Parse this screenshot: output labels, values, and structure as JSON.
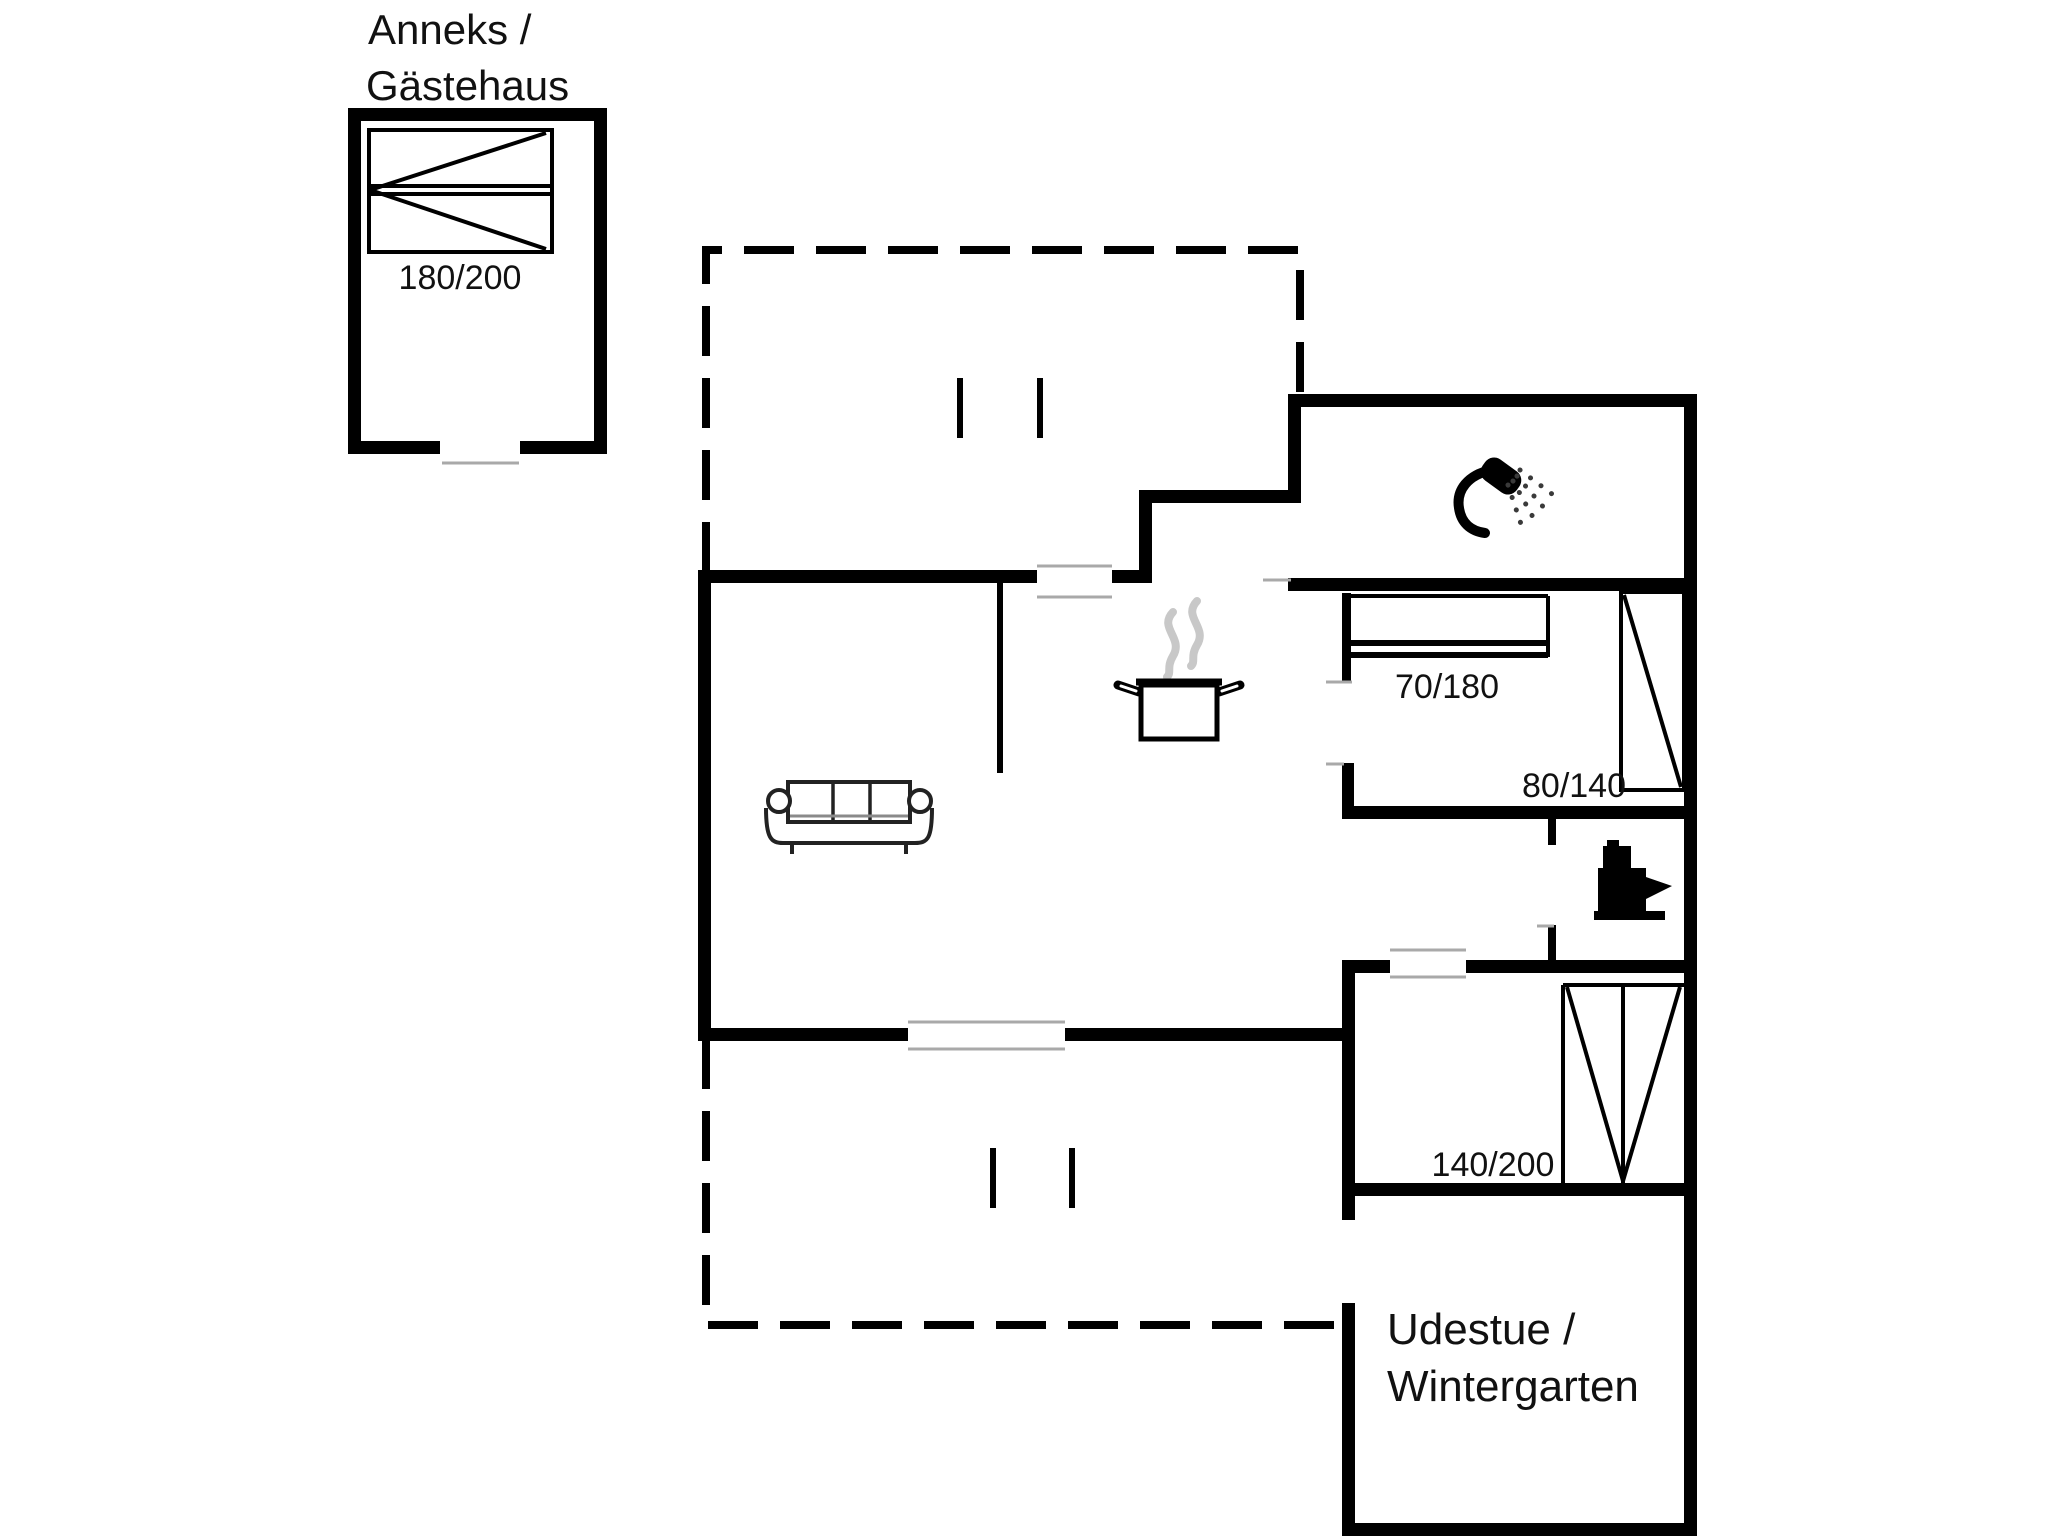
{
  "annex": {
    "title_line1": "Anneks /",
    "title_line2": "Gästehaus",
    "bed_dim": "180/200"
  },
  "main_house": {
    "single_bed_dim": "70/180",
    "wardrobe_dim": "80/140",
    "double_bed_dim": "140/200",
    "conservatory_line1": "Udestue /",
    "conservatory_line2": "Wintergarten"
  },
  "icons": {
    "shower": "shower-icon",
    "cooking_pot": "cooking-pot-icon",
    "toilet": "toilet-icon",
    "sofa": "sofa-icon",
    "single_bed": "single-bed-icon",
    "double_bed_annex": "double-bed-icon",
    "double_bed_small": "double-bed-icon",
    "wardrobe": "wardrobe-icon"
  },
  "colors": {
    "wall": "#000000",
    "threshold": "#a9a9a9",
    "steam": "#c8c8c8",
    "text": "#111111",
    "background": "#ffffff"
  }
}
